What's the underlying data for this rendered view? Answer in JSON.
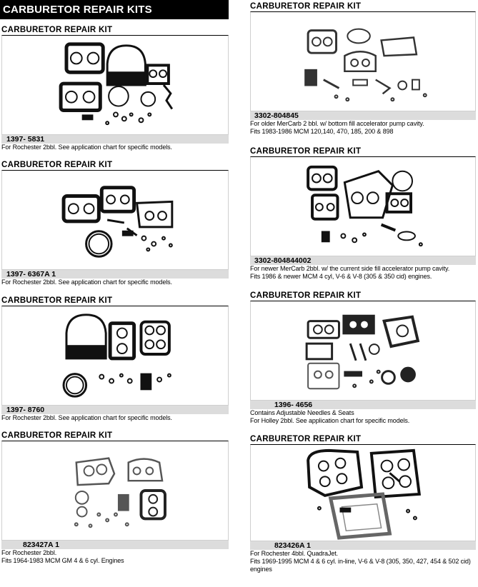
{
  "page": {
    "header": "CARBURETOR REPAIR KITS"
  },
  "kits": [
    {
      "title": "CARBURETOR REPAIR KIT",
      "part": "1397-  5831",
      "lines": [
        "For Rochester 2bbl. See application chart for specific models."
      ]
    },
    {
      "title": "CARBURETOR REPAIR KIT",
      "part": "1397-  6367A 1",
      "lines": [
        "For Rochester 2bbl. See application chart for specific models."
      ]
    },
    {
      "title": "CARBURETOR REPAIR KIT",
      "part": "1397-  8760",
      "lines": [
        "For Rochester 2bbl. See application chart for specific models."
      ]
    },
    {
      "title": "CARBURETOR REPAIR KIT",
      "part": "823427A 1",
      "lines": [
        "For Rochester 2bbl.",
        "Fits 1964-1983 MCM GM 4 & 6 cyl. Engines"
      ]
    },
    {
      "title": "CARBURETOR REPAIR KIT",
      "part": "3302-804845",
      "lines": [
        "For older MerCarb 2 bbl. w/ bottom fill accelerator pump cavity.",
        "Fits 1983-1986 MCM 120,140, 470, 185, 200 & 898"
      ]
    },
    {
      "title": "CARBURETOR REPAIR KIT",
      "part": "3302-804844002",
      "lines": [
        "For newer MerCarb 2bbl. w/ the current side fill accelerator pump cavity.",
        "Fits 1986 & newer MCM 4 cyl, V-6 & V-8 (305 & 350 cid) engines."
      ]
    },
    {
      "title": "CARBURETOR REPAIR KIT",
      "part": "1396-  4656",
      "lines": [
        "Contains Adjustable Needles & Seats",
        "For Holley 2bbl. See application chart for specific models."
      ]
    },
    {
      "title": "CARBURETOR REPAIR KIT",
      "part": "823426A 1",
      "lines": [
        "For Rochester 4bbl. QuadraJet.",
        "Fits 1969-1995 MCM 4 & 6 cyl. in-line, V-6 & V-8 (305, 350, 427, 454 & 502 cid) engines"
      ]
    }
  ]
}
